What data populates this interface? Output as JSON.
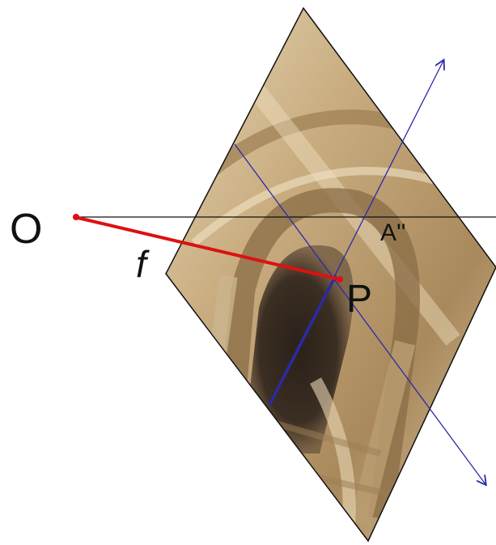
{
  "labels": {
    "origin": "O",
    "focal_length": "f",
    "principal_point": "P",
    "projected_point": "A''"
  },
  "colors": {
    "background": "#ffffff",
    "optical_ray": "#dd1111",
    "axes": "#2a2aa8",
    "horizon_line": "#111111",
    "plane_edge": "#111111",
    "photo_light": "#d8c4a0",
    "photo_mid": "#b79a6c",
    "photo_dark": "#3b2e22"
  },
  "icons": {
    "image_plane": "photo-of-arched-doorway-in-perspective"
  }
}
